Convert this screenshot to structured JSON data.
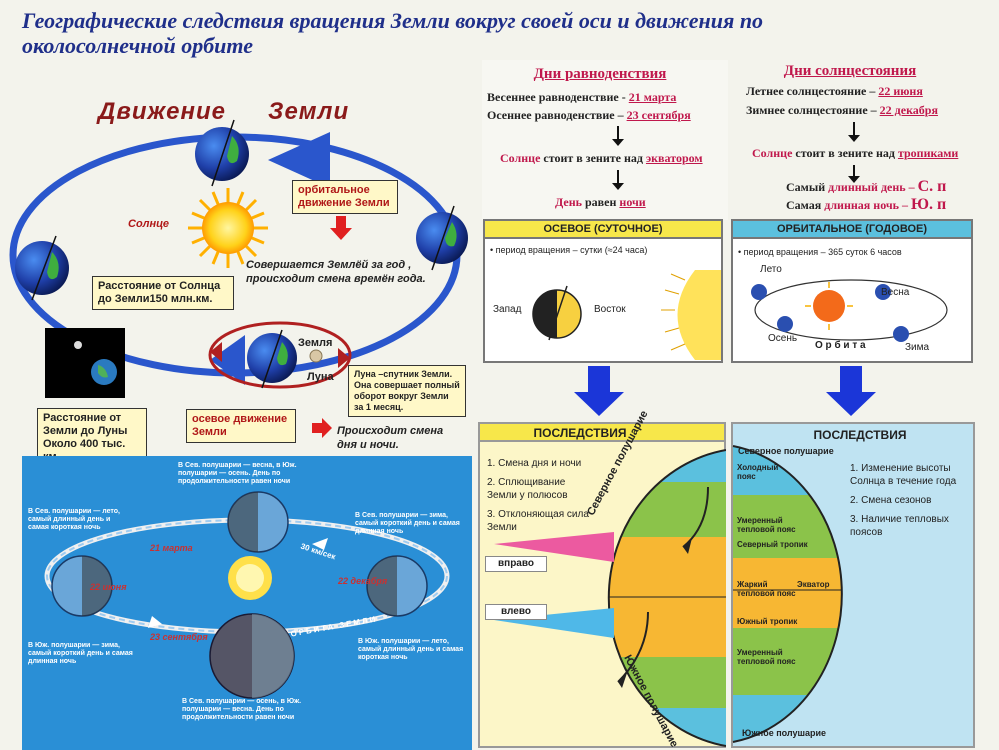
{
  "header": {
    "title": "Географические следствия вращения Земли вокруг своей оси и движения по околосолнечной орбите"
  },
  "motion_panel": {
    "heading_word1": "Движение",
    "heading_word2": "Земли",
    "sun_label": "Солнце",
    "orbital_box": "орбитальное движение Земли",
    "year_note": "Совершается Землёй за год , происходит смена времён года.",
    "sun_distance_box": "Расстояние от Солнца до Земли150 млн.км.",
    "earth_label": "Земля",
    "moon_label": "Луна",
    "moon_note": "Луна –спутник Земли. Она совершает полный оборот вокруг Земли за 1 месяц.",
    "moon_distance_box": "Расстояние от Земли до Луны Около 400 тыс. км",
    "axial_box": "осевое движение Земли",
    "day_night_note": "Происходит смена дня и ночи."
  },
  "equinox": {
    "title": "Дни равноденствия",
    "spring_label": "Весеннее равноденствие -",
    "spring_date": "21 марта",
    "autumn_label": "Осеннее равноденствие –",
    "autumn_date": "23 сентября",
    "zenith_prefix": "Солнце",
    "zenith_mid": "стоит в зените над",
    "zenith_place": "экватором",
    "equal_prefix": "День",
    "equal_mid": "равен",
    "equal_end": "ночи"
  },
  "solstice": {
    "title": "Дни солнцестояния",
    "summer_label": "Летнее солнцестояние –",
    "summer_date": "22 июня",
    "winter_label": "Зимнее солнцестояние –",
    "winter_date": "22 декабря",
    "zenith_prefix": "Солнце",
    "zenith_mid": "стоит в зените над",
    "zenith_place": "тропиками",
    "longest_prefix": "Самый",
    "longest_mid": "длинный день –",
    "longest_hem": "С. п",
    "longest_night_prefix": "Самая",
    "longest_night_mid": "длинная ночь –",
    "longest_night_hem": "Ю. п"
  },
  "axial": {
    "title": "ОСЕВОЕ (СУТОЧНОЕ)",
    "period": "• период вращения – сутки (≈24 часа)",
    "west": "Запад",
    "east": "Восток"
  },
  "orbital": {
    "title": "ОРБИТАЛЬНОЕ (ГОДОВОЕ)",
    "period": "• период вращения – 365 суток 6 часов",
    "summer": "Лето",
    "spring": "Весна",
    "autumn": "Осень",
    "winter": "Зима",
    "orbit": "О р б и т а"
  },
  "consequences_axial": {
    "title": "ПОСЛЕДСТВИЯ",
    "items": [
      "1. Смена дня и ночи",
      "2. Сплющивание Земли у полюсов",
      "3. Отклоняющая сила Земли"
    ],
    "right_tag": "вправо",
    "left_tag": "влево",
    "north_label": "Северное полушарие",
    "south_label": "Южное полушарие"
  },
  "consequences_orbital": {
    "title": "ПОСЛЕДСТВИЯ",
    "north": "Северное полушарие",
    "items": [
      "1. Изменение высоты Солнца в течение года",
      "2. Смена сезонов",
      "3. Наличие тепловых поясов"
    ],
    "cold": "Холодный пояс",
    "temperate_n": "Умеренный тепловой пояс",
    "tropic_n": "Северный тропик",
    "hot": "Жаркий тепловой пояс",
    "equator": "Экватор",
    "tropic_s": "Южный тропик",
    "temperate_s": "Умеренный тепловой пояс",
    "south": "Южное полушарие"
  },
  "seasons": {
    "march": "21 марта",
    "june": "22 июня",
    "december": "22 декабря",
    "september": "23 сентября",
    "speed": "30 км/сек",
    "orbit": "ОРБИТА ЗЕМЛИ",
    "note_top": "В Сев. полушарии — весна, в Юж. полушарии — осень. День по продолжительности равен ночи",
    "note_left": "В Сев. полушарии — лето, самый длинный день и самая короткая ночь",
    "note_right": "В Сев. полушарии — зима, самый короткий день и самая длинная ночь",
    "note_bl": "В Юж. полушарии — зима, самый короткий день и самая длинная ночь",
    "note_br": "В Юж. полушарии — лето, самый длинный день и самая короткая ночь",
    "note_bottom": "В Сев. полушарии — осень, в Юж. полушарии — весна. День по продолжительности равен ночи"
  },
  "colors": {
    "title": "#1f2f8a",
    "accent_red": "#c0184c",
    "orbit_blue": "#1f4fc8",
    "arrow_blue": "#1b36d8"
  }
}
